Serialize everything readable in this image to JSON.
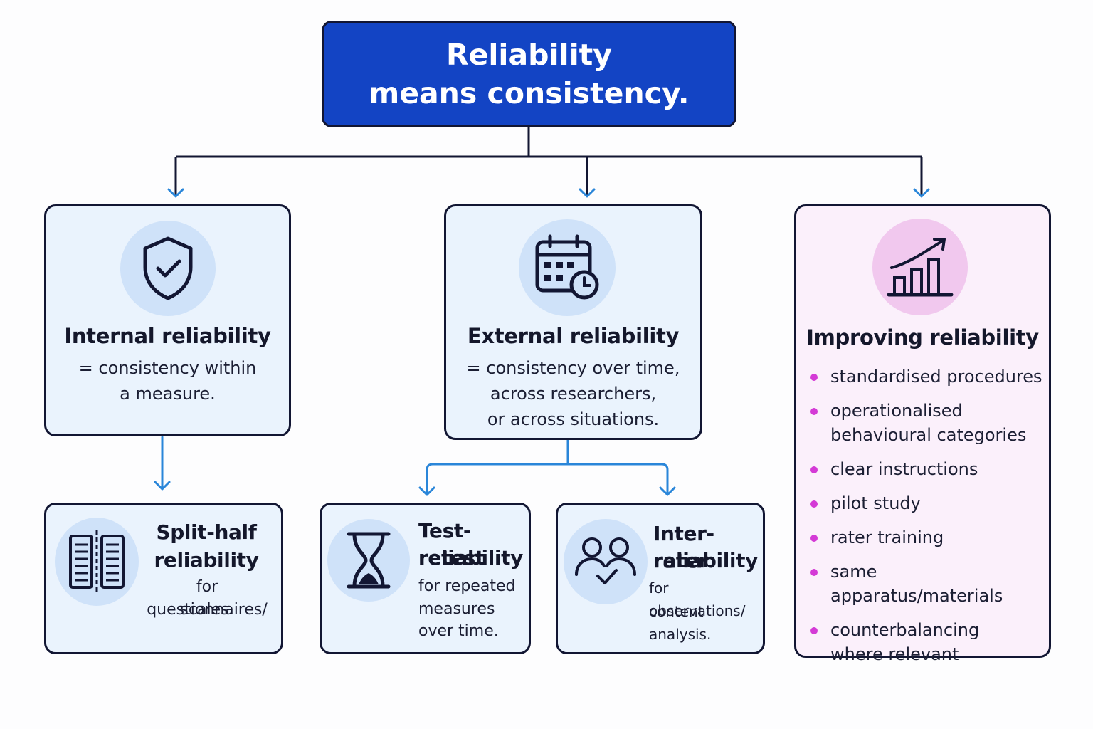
{
  "title": {
    "line1": "Reliability",
    "line2": "means consistency."
  },
  "internal": {
    "heading": "Internal reliability",
    "desc_line1": "= consistency within",
    "desc_line2": "a measure.",
    "icon": "shield-check-icon"
  },
  "external": {
    "heading": "External reliability",
    "desc_line1": "= consistency over time,",
    "desc_line2": "across researchers,",
    "desc_line3": "or across situations.",
    "icon": "calendar-clock-icon"
  },
  "improving": {
    "heading": "Improving reliability",
    "icon": "bar-chart-growth-icon",
    "bullet_color": "#d43ad6",
    "items": [
      {
        "line1": "standardised procedures",
        "line2": ""
      },
      {
        "line1": "operationalised",
        "line2": "behavioural categories"
      },
      {
        "line1": "clear instructions",
        "line2": ""
      },
      {
        "line1": "pilot study",
        "line2": ""
      },
      {
        "line1": "rater training",
        "line2": ""
      },
      {
        "line1": "same apparatus/materials",
        "line2": ""
      },
      {
        "line1": "counterbalancing",
        "line2": "where relevant"
      }
    ]
  },
  "split_half": {
    "title_line1": "Split-half",
    "title_line2": "reliability",
    "desc_line1": "for questionnaires/",
    "desc_line2": "scales.",
    "icon": "split-document-icon"
  },
  "test_retest": {
    "title_line1": "Test-retest",
    "title_line2": "reliability",
    "desc_line1": "for repeated",
    "desc_line2": "measures",
    "desc_line3": "over time.",
    "icon": "hourglass-icon"
  },
  "inter_rater": {
    "title_line1": "Inter-rater",
    "title_line2": "reliability",
    "desc_line1": "for observations/",
    "desc_line2": "content analysis.",
    "icon": "two-people-check-icon"
  },
  "colors": {
    "title_bg": "#1344c4",
    "card_bg": "#eaf3fd",
    "improve_bg": "#fbf0fb",
    "blue_arrow": "#2a86d9",
    "border": "#121633",
    "accent_pink": "#d43ad6"
  }
}
